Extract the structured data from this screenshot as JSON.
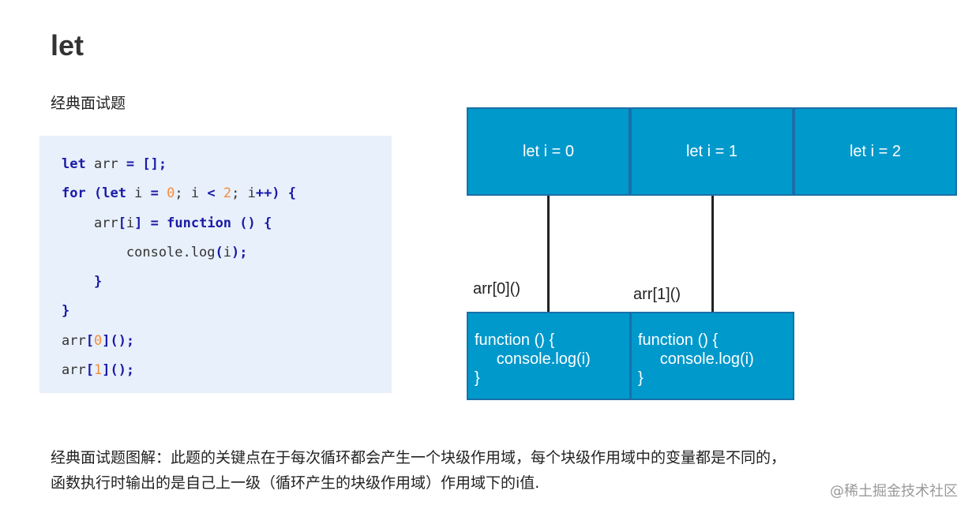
{
  "title": "let",
  "subtitle": "经典面试题",
  "code": {
    "line1": {
      "kw1": "let",
      "p1": " arr ",
      "op1": "=",
      "p2": " ",
      "op2": "[];"
    },
    "line2": {
      "kw1": "for",
      "p1": " ",
      "op1": "(",
      "kw2": "let",
      "p2": " i ",
      "op2": "=",
      "p3": " ",
      "n1": "0",
      "p4": "; i ",
      "op3": "<",
      "p5": " ",
      "n2": "2",
      "p6": "; i",
      "op4": "++)",
      "p7": " ",
      "op5": "{"
    },
    "line3": {
      "p1": "    arr",
      "op1": "[",
      "p2": "i",
      "op2": "]",
      "p3": " ",
      "op3": "=",
      "p4": " ",
      "kw1": "function",
      "p5": " ",
      "op4": "()",
      "p6": " ",
      "op5": "{"
    },
    "line4": {
      "p1": "        console.log",
      "op1": "(",
      "p2": "i",
      "op2": ");"
    },
    "line5": {
      "p1": "    ",
      "op1": "}"
    },
    "line6": {
      "op1": "}"
    },
    "line7": {
      "p1": "arr",
      "op1": "[",
      "n1": "0",
      "op2": "]();"
    },
    "line8": {
      "p1": "arr",
      "op1": "[",
      "n1": "1",
      "op2": "]();"
    }
  },
  "diagram": {
    "scopes": [
      "let i = 0",
      "let i = 1",
      "let i = 2"
    ],
    "calls": [
      "arr[0]()",
      "arr[1]()"
    ],
    "functions": [
      {
        "l1": "function () {",
        "l2": "     console.log(i)",
        "l3": "}"
      },
      {
        "l1": "function () {",
        "l2": "     console.log(i)",
        "l3": "}"
      }
    ],
    "colors": {
      "box_fill": "#0099cc",
      "box_border": "#1a6fa8",
      "text": "#ffffff"
    }
  },
  "explanation": {
    "line1": "经典面试题图解：此题的关键点在于每次循环都会产生一个块级作用域，每个块级作用域中的变量都是不同的，",
    "line2": "函数执行时输出的是自己上一级（循环产生的块级作用域）作用域下的i值."
  },
  "watermark": "@稀土掘金技术社区"
}
